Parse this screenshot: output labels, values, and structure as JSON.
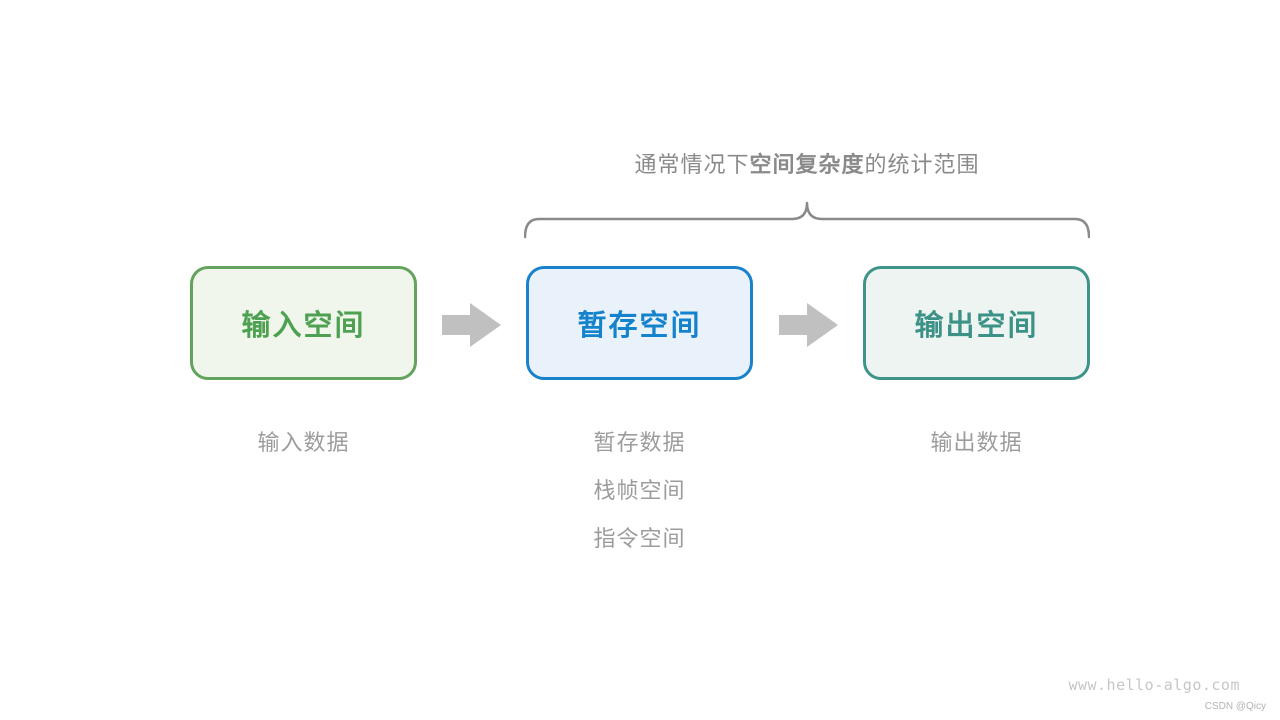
{
  "title": {
    "prefix": "通常情况下",
    "emphasis": "空间复杂度",
    "suffix": "的统计范围"
  },
  "brace": {
    "color": "#8a8a8a"
  },
  "flow": {
    "boxes": [
      {
        "label": "输入空间",
        "border_color": "#63a35e",
        "background": "#f0f6ec",
        "text_color": "#4da151"
      },
      {
        "label": "暂存空间",
        "border_color": "#1982cb",
        "background": "#e9f2fb",
        "text_color": "#1583cc"
      },
      {
        "label": "输出空间",
        "border_color": "#3e9488",
        "background": "#eef4f1",
        "text_color": "#3c9287"
      }
    ],
    "arrow_color": "#c0c0c0"
  },
  "annotations": {
    "input": [
      "输入数据"
    ],
    "temp": [
      "暂存数据",
      "栈帧空间",
      "指令空间"
    ],
    "output": [
      "输出数据"
    ]
  },
  "watermark": {
    "site": "www.hello-algo.com",
    "credit": "CSDN @Qicy"
  }
}
